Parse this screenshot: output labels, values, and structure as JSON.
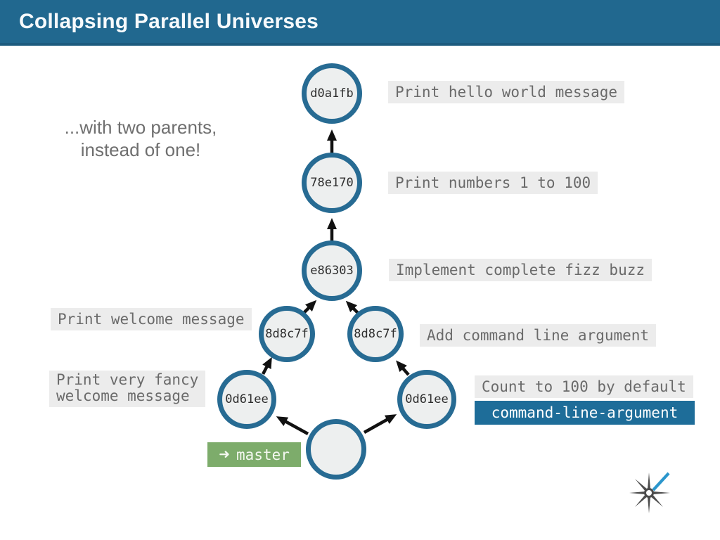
{
  "header": {
    "title": "Collapsing Parallel Universes"
  },
  "note": {
    "lines": [
      "...with two parents,",
      "instead of one!"
    ]
  },
  "graph": {
    "commits": [
      {
        "hash": "d0a1fb",
        "message": "Print hello world message"
      },
      {
        "hash": "78e170",
        "message": "Print numbers 1 to 100"
      },
      {
        "hash": "e86303",
        "message": "Implement complete fizz buzz"
      },
      {
        "hash": "8d8c7f",
        "message": "Print welcome message"
      },
      {
        "hash": "8d8c7f",
        "message": "Add command line argument"
      },
      {
        "hash": "0d61ee",
        "message_lines": [
          "Print very fancy",
          "welcome message"
        ]
      },
      {
        "hash": "0d61ee",
        "message": "Count to 100 by default"
      },
      {
        "hash": "",
        "message": ""
      }
    ],
    "badges": {
      "branch": {
        "label": "command-line-argument"
      },
      "master": {
        "arrow_glyph": "➜",
        "label": "master"
      }
    }
  },
  "colors": {
    "header_bg": "#21688f",
    "header_underline": "#1c5b7e",
    "node_border": "#276b93",
    "node_fill": "#edefef",
    "label_bg": "#ececec",
    "label_text": "#6a6a6a",
    "branch_badge_bg": "#1e6d99",
    "master_badge_bg": "#7dac6b",
    "arrow": "#111111",
    "logo_gray": "#4c4c4c",
    "logo_blue": "#2b96cc"
  }
}
